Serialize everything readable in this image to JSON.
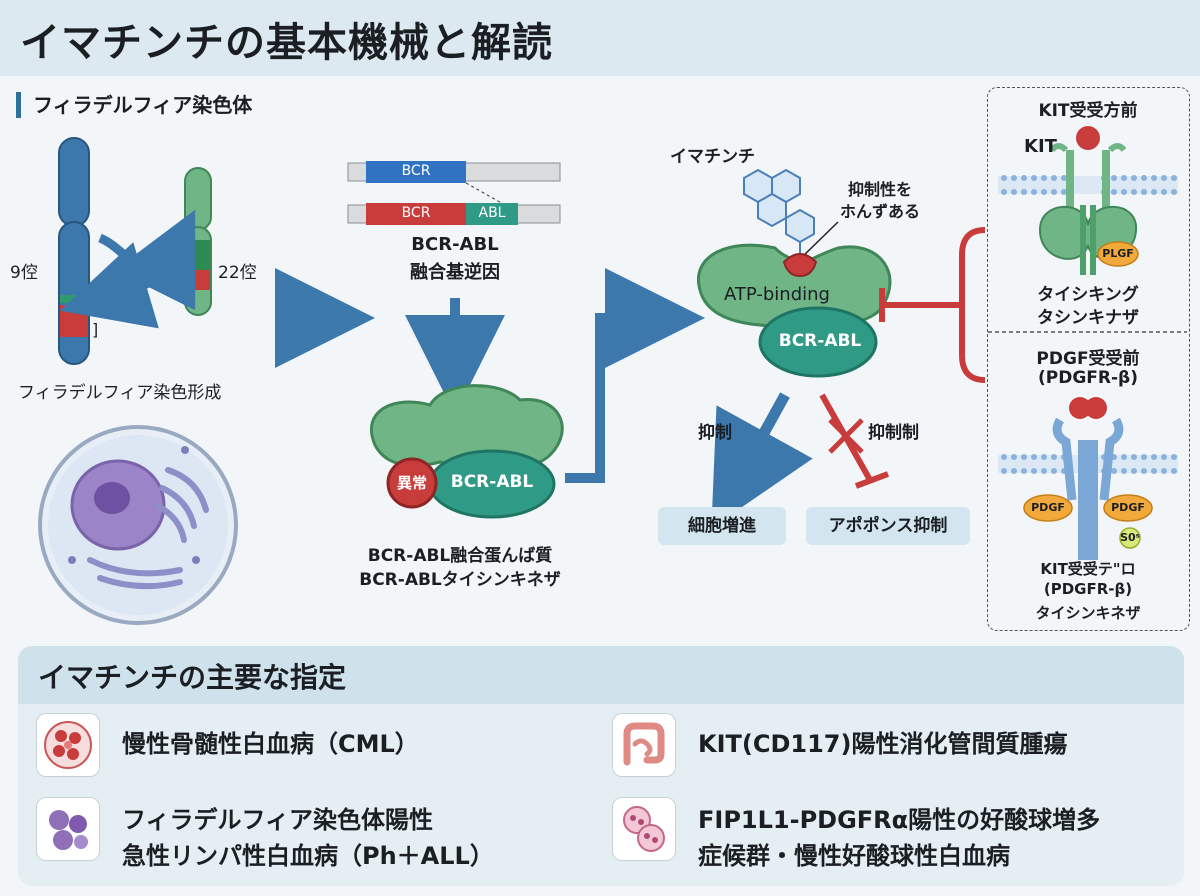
{
  "title": "イマチンチの基本機械と解読",
  "chromosome": {
    "section_label": "フィラデルフィア染色体",
    "label_9": "9倥",
    "label_22": "22倥",
    "bracket": "]",
    "caption": "フィラデルフィア染色形成"
  },
  "gene": {
    "bcr_top": "BCR",
    "bcr_bottom": "BCR",
    "abl": "ABL",
    "caption_line1": "BCR-ABL",
    "caption_line2": "融合基逆因"
  },
  "protein": {
    "abnormal_label": "異常",
    "bcr_abl": "BCR-ABL",
    "caption_line1": "BCR-ABL融合蛋んば質",
    "caption_line2": "BCR-ABLタイシンキネザ"
  },
  "mechanism": {
    "drug_label": "イマチンチ",
    "inhibit_note_line1": "抑制性を",
    "inhibit_note_line2": "ホんずある",
    "atp_binding": "ATP-binding",
    "bcr_abl": "BCR-ABL",
    "inhibit_left": "抑制",
    "inhibit_right": "抑制制",
    "outcome_left": "細胞増進",
    "outcome_right": "アポポンス抑制"
  },
  "receptors": {
    "kit_title": "KIT受受方前",
    "kit_label": "KIT",
    "kit_domain": "PLGF",
    "kit_caption_line1": "タイシキング",
    "kit_caption_line2": "タシンキナザ",
    "pdgf_title_line1": "PDGF受受前",
    "pdgf_title_line2": "(PDGFR-β)",
    "pdgf_domain_left": "PDGF",
    "pdgf_domain_right": "PDGF",
    "pdgf_small": "S0ˢ",
    "pdgf_caption_line1": "KIT受受テ\"ロ",
    "pdgf_caption_line2": "(PDGFR-β)",
    "pdgf_caption_line3": "タイシンキネザ"
  },
  "indications": {
    "title": "イマチンチの主要な指定",
    "items": [
      {
        "line1": "慢性骨髄性白血病（CML）",
        "line2": "",
        "icon": "blood-cells-icon"
      },
      {
        "line1": "KIT(CD117)陽性消化管間質腫瘍",
        "line2": "",
        "icon": "intestine-icon"
      },
      {
        "line1": "フィラデルフィア染色体陽性",
        "line2": "急性リンパ性白血病（Ph＋ALL）",
        "icon": "lymphocytes-icon"
      },
      {
        "line1": "FIP1L1-PDGFRα陽性の好酸球増多",
        "line2": "症候群・慢性好酸球性白血病",
        "icon": "eosinophils-icon"
      }
    ]
  },
  "colors": {
    "blue": "#3d78ad",
    "green": "#6fb585",
    "teal": "#2f9a85",
    "red": "#c83c3c",
    "purple": "#8f6fb8"
  }
}
